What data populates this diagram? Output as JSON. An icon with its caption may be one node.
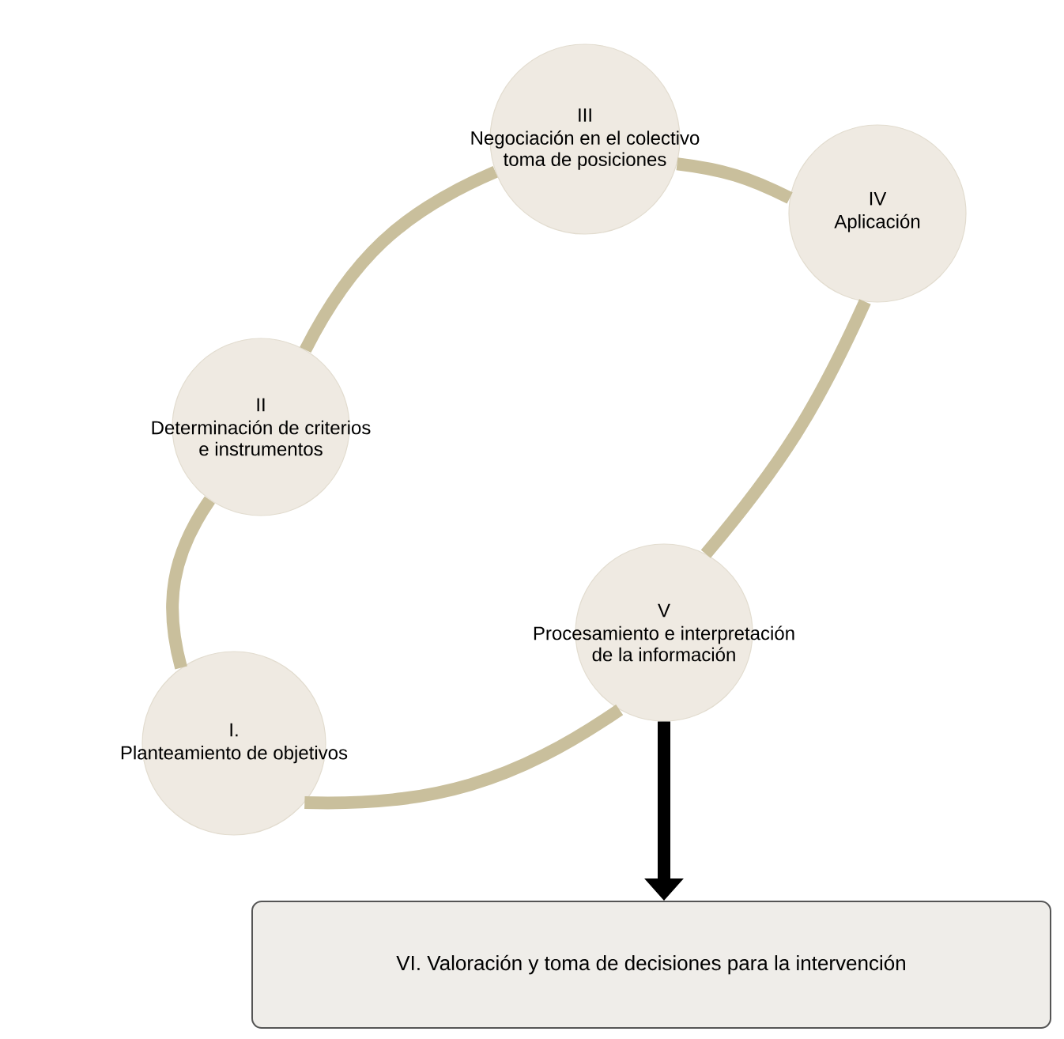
{
  "diagram": {
    "nodes": [
      {
        "text": [
          "I.",
          "Planteamiento de objetivos"
        ]
      },
      {
        "text": [
          "II",
          "Determinación de criterios e instrumentos"
        ]
      },
      {
        "text": [
          "III",
          "Negociación en el colectivo toma de posiciones"
        ]
      },
      {
        "text": [
          "IV",
          "Aplicación"
        ]
      },
      {
        "text": [
          "V",
          "Procesamiento e interpretación de la información"
        ]
      },
      {
        "text": [
          "VI. Valoración y toma de decisiones para la intervención"
        ]
      }
    ],
    "edges": [
      {
        "from": 1,
        "to": 0,
        "arrow": "none"
      },
      {
        "from": 1,
        "to": 2,
        "arrow": "none"
      },
      {
        "from": 2,
        "to": 3,
        "arrow": "none"
      },
      {
        "from": 3,
        "to": 4,
        "arrow": "none"
      },
      {
        "from": 4,
        "to": 0,
        "arrow": "none"
      },
      {
        "from": 4,
        "to": 5,
        "arrow": "to",
        "color": "#000000"
      }
    ]
  }
}
